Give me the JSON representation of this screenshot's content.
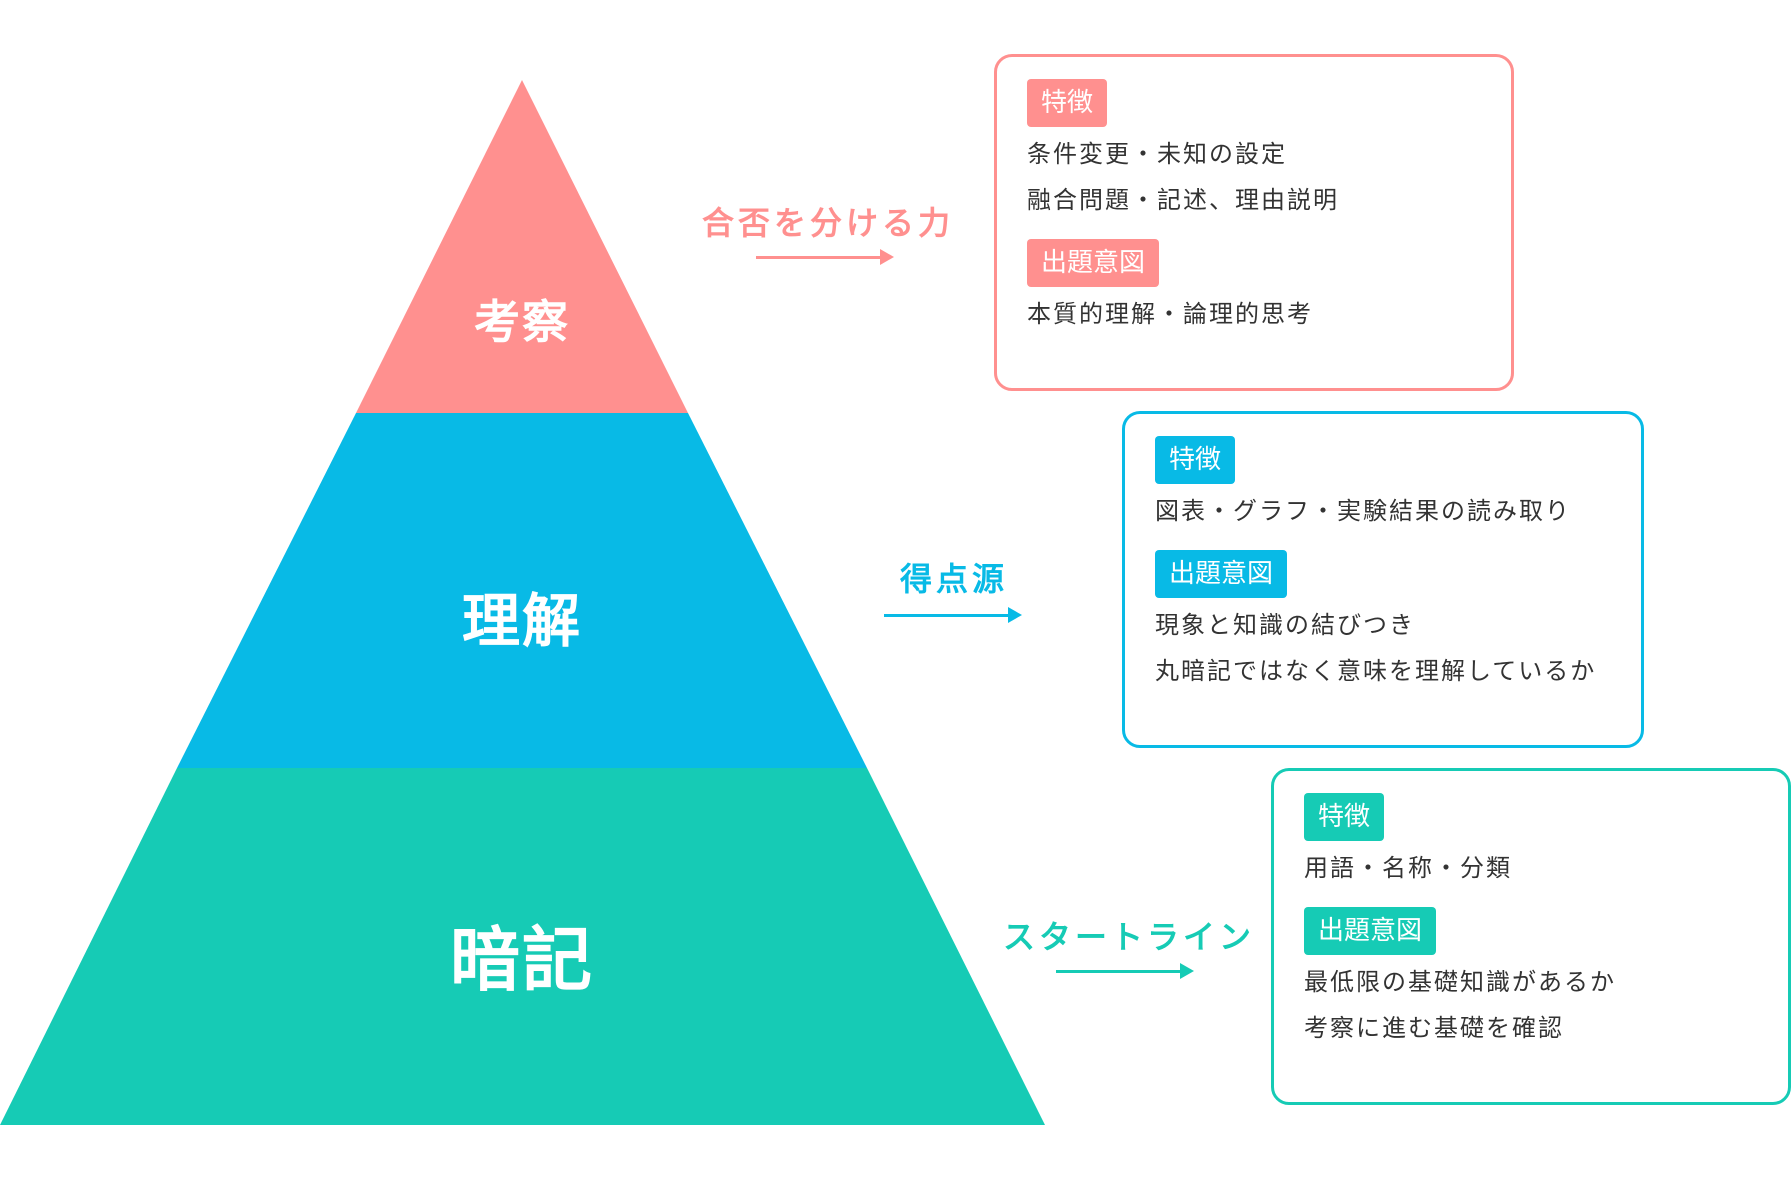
{
  "colors": {
    "top": "#FF908F",
    "mid": "#08BAE6",
    "bottom": "#16CBB5",
    "body_text": "#333333"
  },
  "pyramid": {
    "top": {
      "label": "考察"
    },
    "mid": {
      "label": "理解"
    },
    "bottom": {
      "label": "暗記"
    }
  },
  "arrows": {
    "top": {
      "label": "合否を分ける力"
    },
    "mid": {
      "label": "得点源"
    },
    "bottom": {
      "label": "スタートライン"
    }
  },
  "boxes": {
    "top": {
      "feature_tag": "特徴",
      "feature_lines": [
        "条件変更・未知の設定",
        "融合問題・記述、理由説明"
      ],
      "intent_tag": "出題意図",
      "intent_lines": [
        "本質的理解・論理的思考"
      ]
    },
    "mid": {
      "feature_tag": "特徴",
      "feature_lines": [
        "図表・グラフ・実験結果の読み取り"
      ],
      "intent_tag": "出題意図",
      "intent_lines": [
        "現象と知識の結びつき",
        "丸暗記ではなく意味を理解しているか"
      ]
    },
    "bottom": {
      "feature_tag": "特徴",
      "feature_lines": [
        "用語・名称・分類"
      ],
      "intent_tag": "出題意図",
      "intent_lines": [
        "最低限の基礎知識があるか",
        "考察に進む基礎を確認"
      ]
    }
  }
}
